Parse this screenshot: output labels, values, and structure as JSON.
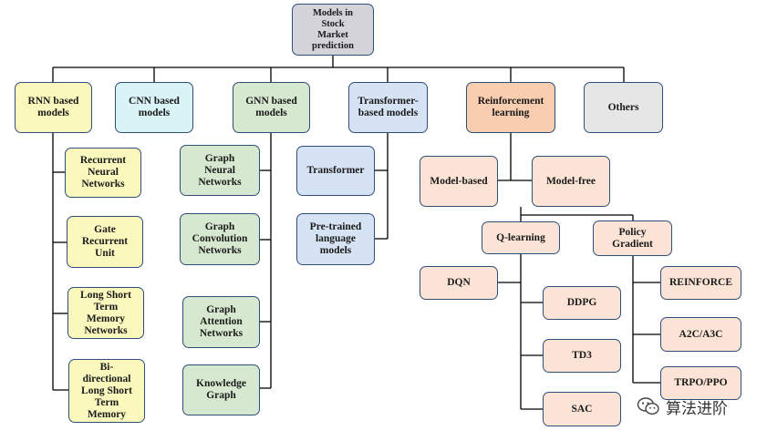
{
  "diagram": {
    "root": "Models in\nStock\nMarket\nprediction",
    "categories": {
      "rnn": "RNN based\nmodels",
      "cnn": "CNN based\nmodels",
      "gnn": "GNN based\nmodels",
      "transformer": "Transformer-\nbased models",
      "rl": "Reinforcement\nlearning",
      "others": "Others"
    },
    "rnn_items": [
      "Recurrent\nNeural\nNetworks",
      "Gate\nRecurrent\nUnit",
      "Long Short\nTerm\nMemory\nNetworks",
      "Bi-\ndirectional\nLong Short\nTerm\nMemory"
    ],
    "gnn_items": [
      "Graph\nNeural\nNetworks",
      "Graph\nConvolution\nNetworks",
      "Graph\nAttention\nNetworks",
      "Knowledge\nGraph"
    ],
    "transformer_items": [
      "Transformer",
      "Pre-trained\nlanguage\nmodels"
    ],
    "rl_items": {
      "model_based": "Model-based",
      "model_free": "Model-free",
      "q_learning": "Q-learning",
      "policy_gradient": "Policy\nGradient",
      "q_children": [
        "DQN",
        "DDPG",
        "TD3",
        "SAC"
      ],
      "pg_children": [
        "REINFORCE",
        "A2C/A3C",
        "TRPO/PPO"
      ]
    }
  },
  "watermark": {
    "text": "算法进阶",
    "icon": "wechat-icon"
  },
  "colors": {
    "border": "#2f4f78",
    "root": "#d3d3d9",
    "rnn": "#fbf8be",
    "cnn": "#d9f3f7",
    "gnn": "#d6e8cf",
    "transformer": "#d6e3f4",
    "rl": "#f9cdb0",
    "rl_children": "#fbe3d5",
    "others": "#e6e6e6"
  }
}
